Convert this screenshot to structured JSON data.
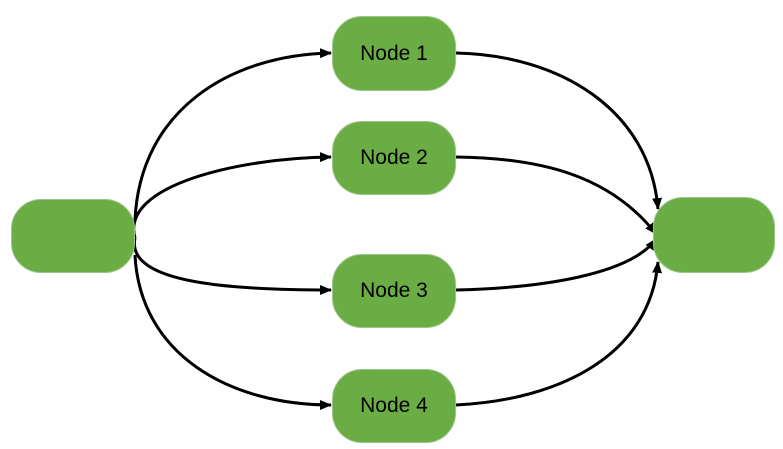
{
  "diagram": {
    "nodes": {
      "source": {
        "label": ""
      },
      "node1": {
        "label": "Node 1"
      },
      "node2": {
        "label": "Node 2"
      },
      "node3": {
        "label": "Node 3"
      },
      "node4": {
        "label": "Node 4"
      },
      "sink": {
        "label": ""
      }
    },
    "edges": [
      {
        "from": "source",
        "to": "node1"
      },
      {
        "from": "source",
        "to": "node2"
      },
      {
        "from": "source",
        "to": "node3"
      },
      {
        "from": "source",
        "to": "node4"
      },
      {
        "from": "node1",
        "to": "sink"
      },
      {
        "from": "node2",
        "to": "sink"
      },
      {
        "from": "node3",
        "to": "sink"
      },
      {
        "from": "node4",
        "to": "sink"
      }
    ]
  },
  "colors": {
    "node_fill": "#6aad45",
    "node_border": "#9dc489",
    "edge": "#000000",
    "text": "#000000"
  }
}
